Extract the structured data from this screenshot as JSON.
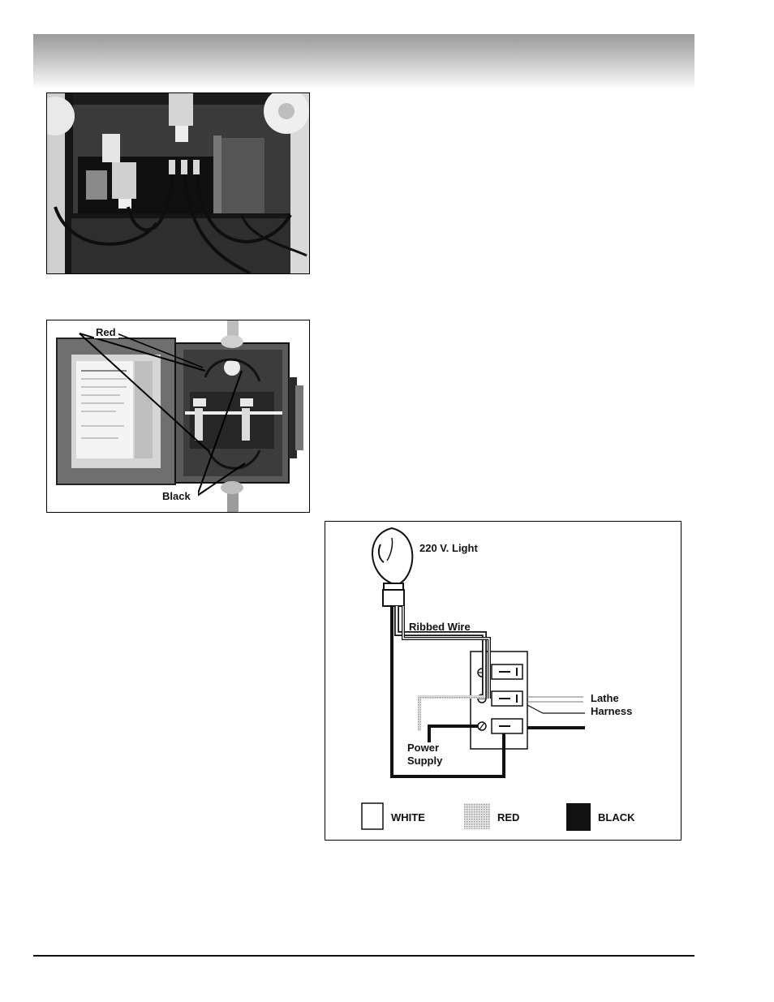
{
  "figure_callouts": {
    "red": "Red",
    "black": "Black"
  },
  "wiring_diagram": {
    "light_label": "220 V. Light",
    "ribbed_wire_label": "Ribbed Wire",
    "lathe_harness_label_line1": "Lathe",
    "lathe_harness_label_line2": "Harness",
    "power_supply_label_line1": "Power",
    "power_supply_label_line2": "Supply",
    "legend": [
      {
        "label": "WHITE",
        "swatch": "white"
      },
      {
        "label": "RED",
        "swatch": "red"
      },
      {
        "label": "BLACK",
        "swatch": "black"
      }
    ]
  },
  "colors": {
    "wire_black": "#111111",
    "wire_red_render": "#c8c8c8",
    "photo_dark": "#2a2a2a"
  }
}
